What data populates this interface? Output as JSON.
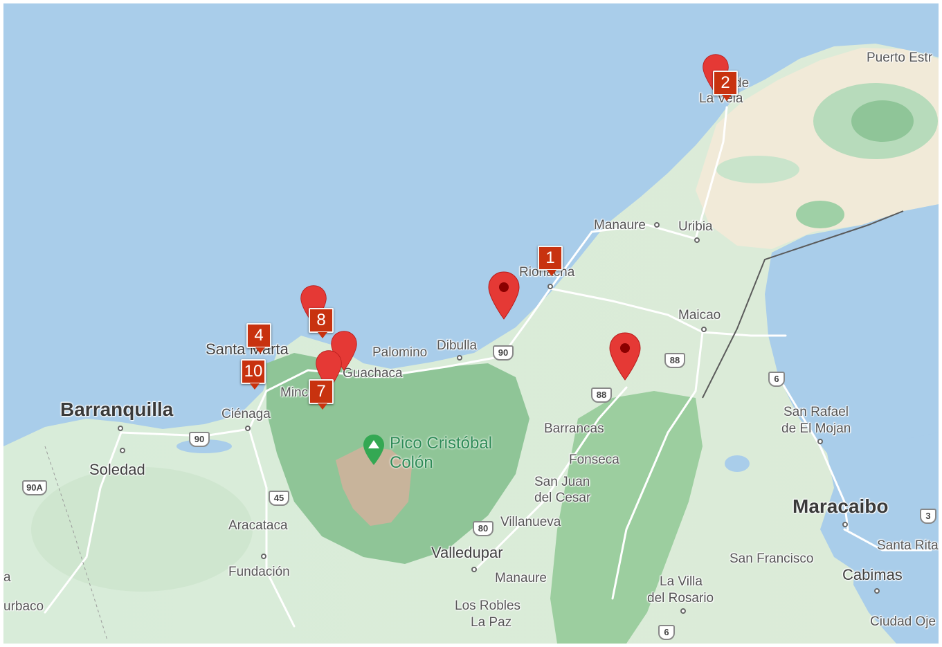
{
  "map": {
    "colors": {
      "water": "#a9cdea",
      "land": "#dfeee0",
      "forest": "#b9dcbc",
      "mountain": "#93c59b",
      "desert": "#f1ead8",
      "road": "#ffffff",
      "border": "#5a5a5a",
      "marker": "#c8320f",
      "pin": "#e53935"
    },
    "labels": {
      "puerto_estrella": "Puerto Estr",
      "cabo_de_la_vela": "de",
      "la_vela": "La Vela",
      "manaure_n": "Manaure",
      "uribia": "Uribia",
      "riohacha": "Riohacha",
      "maicao": "Maicao",
      "santa_marta": "Santa Marta",
      "palomino": "Palomino",
      "dibulla": "Dibulla",
      "guachaca": "Guachaca",
      "minca": "Minca",
      "barranquilla": "Barranquilla",
      "cienaga": "Ciénaga",
      "soledad": "Soledad",
      "pico_line1": "Pico Cristóbal",
      "pico_line2": "Colón",
      "barrancas": "Barrancas",
      "fonseca": "Fonseca",
      "san_juan_1": "San Juan",
      "san_juan_2": "del Cesar",
      "villanueva": "Villanueva",
      "valledupar": "Valledupar",
      "manaure_s": "Manaure",
      "los_robles": "Los Robles",
      "la_paz": "La Paz",
      "la_villa_1": "La Villa",
      "la_villa_2": "del Rosario",
      "aracataca": "Aracataca",
      "fundacion": "Fundación",
      "san_rafael_1": "San Rafael",
      "san_rafael_2": "de El Mojan",
      "maracaibo": "Maracaibo",
      "santa_rita": "Santa Rita",
      "san_francisco": "San Francisco",
      "cabimas": "Cabimas",
      "ciudad_ojeda": "Ciudad Oje",
      "turbaco": "urbaco",
      "left_edge": "a"
    },
    "shields": {
      "r90_e": "90",
      "r90_w": "90",
      "r90a": "90A",
      "r45": "45",
      "r80": "80",
      "r88_a": "88",
      "r88_b": "88",
      "r6_n": "6",
      "r6_s": "6",
      "r3": "3"
    },
    "markers": {
      "m1": "1",
      "m2": "2",
      "m4": "4",
      "m7": "7",
      "m8": "8",
      "m10": "10"
    }
  }
}
